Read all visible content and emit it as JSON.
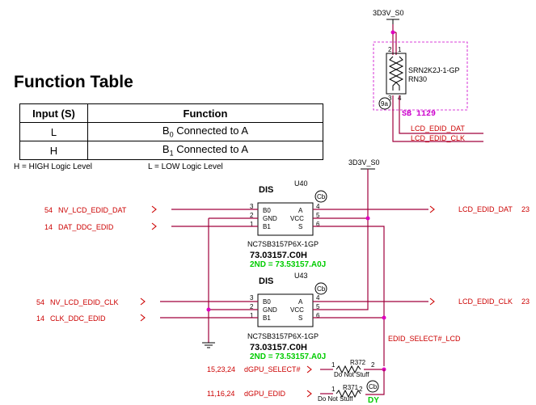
{
  "function_table": {
    "title": "Function Table",
    "headers": [
      "Input (S)",
      "Function"
    ],
    "rows": [
      {
        "input": "L",
        "function_prefix": "B",
        "function_sub": "0",
        "function_suffix": " Connected to A"
      },
      {
        "input": "H",
        "function_prefix": "B",
        "function_sub": "1",
        "function_suffix": " Connected to A"
      }
    ],
    "legend_high": "H = HIGH Logic Level",
    "legend_low": "L = LOW Logic Level"
  },
  "resistor_network": {
    "power_label": "3D3V_S0",
    "part": "SRN2K2J-1-GP",
    "ref": "RN30",
    "pin_top": "2",
    "pin_top2": "1",
    "pin_bot": "3",
    "pin_bot2": "4",
    "badge": "9a",
    "stuff": "SB 1129",
    "net_dat": "LCD_EDID_DAT",
    "net_clk": "LCD_EDID_CLK"
  },
  "mux_power": "3D3V_S0",
  "u40": {
    "ref": "U40",
    "dis": "DIS",
    "badge": "Cb",
    "pins_left": [
      {
        "num": "3",
        "name": "B0"
      },
      {
        "num": "2",
        "name": "GND"
      },
      {
        "num": "1",
        "name": "B1"
      }
    ],
    "pins_right": [
      {
        "num": "4",
        "name": "A"
      },
      {
        "num": "5",
        "name": "VCC"
      },
      {
        "num": "6",
        "name": "S"
      }
    ],
    "part": "NC7SB3157P6X-1GP",
    "pn": "73.03157.C0H",
    "alt": "2ND = 73.53157.A0J",
    "in_top_page": "54",
    "in_top_net": "NV_LCD_EDID_DAT",
    "in_bot_page": "14",
    "in_bot_net": "DAT_DDC_EDID",
    "out_net": "LCD_EDID_DAT",
    "out_page": "23"
  },
  "u43": {
    "ref": "U43",
    "dis": "DIS",
    "badge": "Cb",
    "pins_left": [
      {
        "num": "3",
        "name": "B0"
      },
      {
        "num": "2",
        "name": "GND"
      },
      {
        "num": "1",
        "name": "B1"
      }
    ],
    "pins_right": [
      {
        "num": "4",
        "name": "A"
      },
      {
        "num": "5",
        "name": "VCC"
      },
      {
        "num": "6",
        "name": "S"
      }
    ],
    "part": "NC7SB3157P6X-1GP",
    "pn": "73.03157.C0H",
    "alt": "2ND = 73.53157.A0J",
    "in_top_page": "54",
    "in_top_net": "NV_LCD_EDID_CLK",
    "in_bot_page": "14",
    "in_bot_net": "CLK_DDC_EDID",
    "out_net": "LCD_EDID_CLK",
    "out_page": "23"
  },
  "select_net": "EDID_SELECT#_LCD",
  "r372": {
    "ref": "R372",
    "note": "Do Not Stuff",
    "pin1": "1",
    "pin2": "2",
    "page": "15,23,24",
    "net": "dGPU_SELECT#"
  },
  "r371": {
    "ref": "R371",
    "note": "Do Not Stuff",
    "pin1": "1",
    "pin2": "2",
    "page": "11,16,24",
    "net": "dGPU_EDID",
    "badge": "Cb",
    "tag": "DY"
  },
  "colors": {
    "wire": "#a0003c",
    "arrow": "#cc0000",
    "junction": "#e000c0",
    "alt_pn": "#00cc00",
    "stuff": "#cc00cc"
  }
}
